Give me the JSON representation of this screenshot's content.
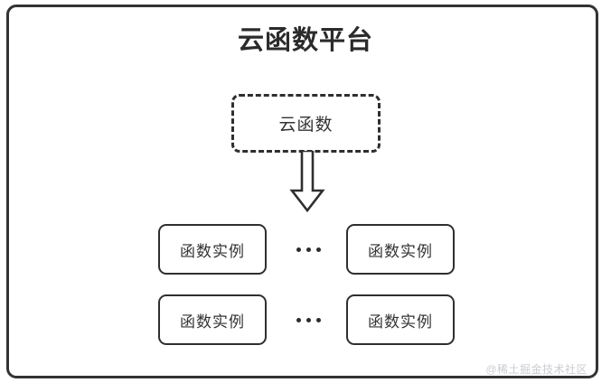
{
  "diagram": {
    "title": "云函数平台",
    "cloud_function": {
      "label": "云函数",
      "border_style": "dashed"
    },
    "arrow": {
      "name": "down-arrow",
      "direction": "down"
    },
    "instances": {
      "ellipsis": "•••",
      "rows": [
        {
          "left": {
            "label": "函数实例"
          },
          "right": {
            "label": "函数实例"
          }
        },
        {
          "left": {
            "label": "函数实例"
          },
          "right": {
            "label": "函数实例"
          }
        }
      ]
    },
    "watermark": "@稀土掘金技术社区",
    "colors": {
      "stroke": "#2f2f2f",
      "frame": "#333333",
      "text": "#333333",
      "title": "#2b2b2b",
      "background": "#ffffff",
      "watermark": "#c9ccd1"
    }
  }
}
